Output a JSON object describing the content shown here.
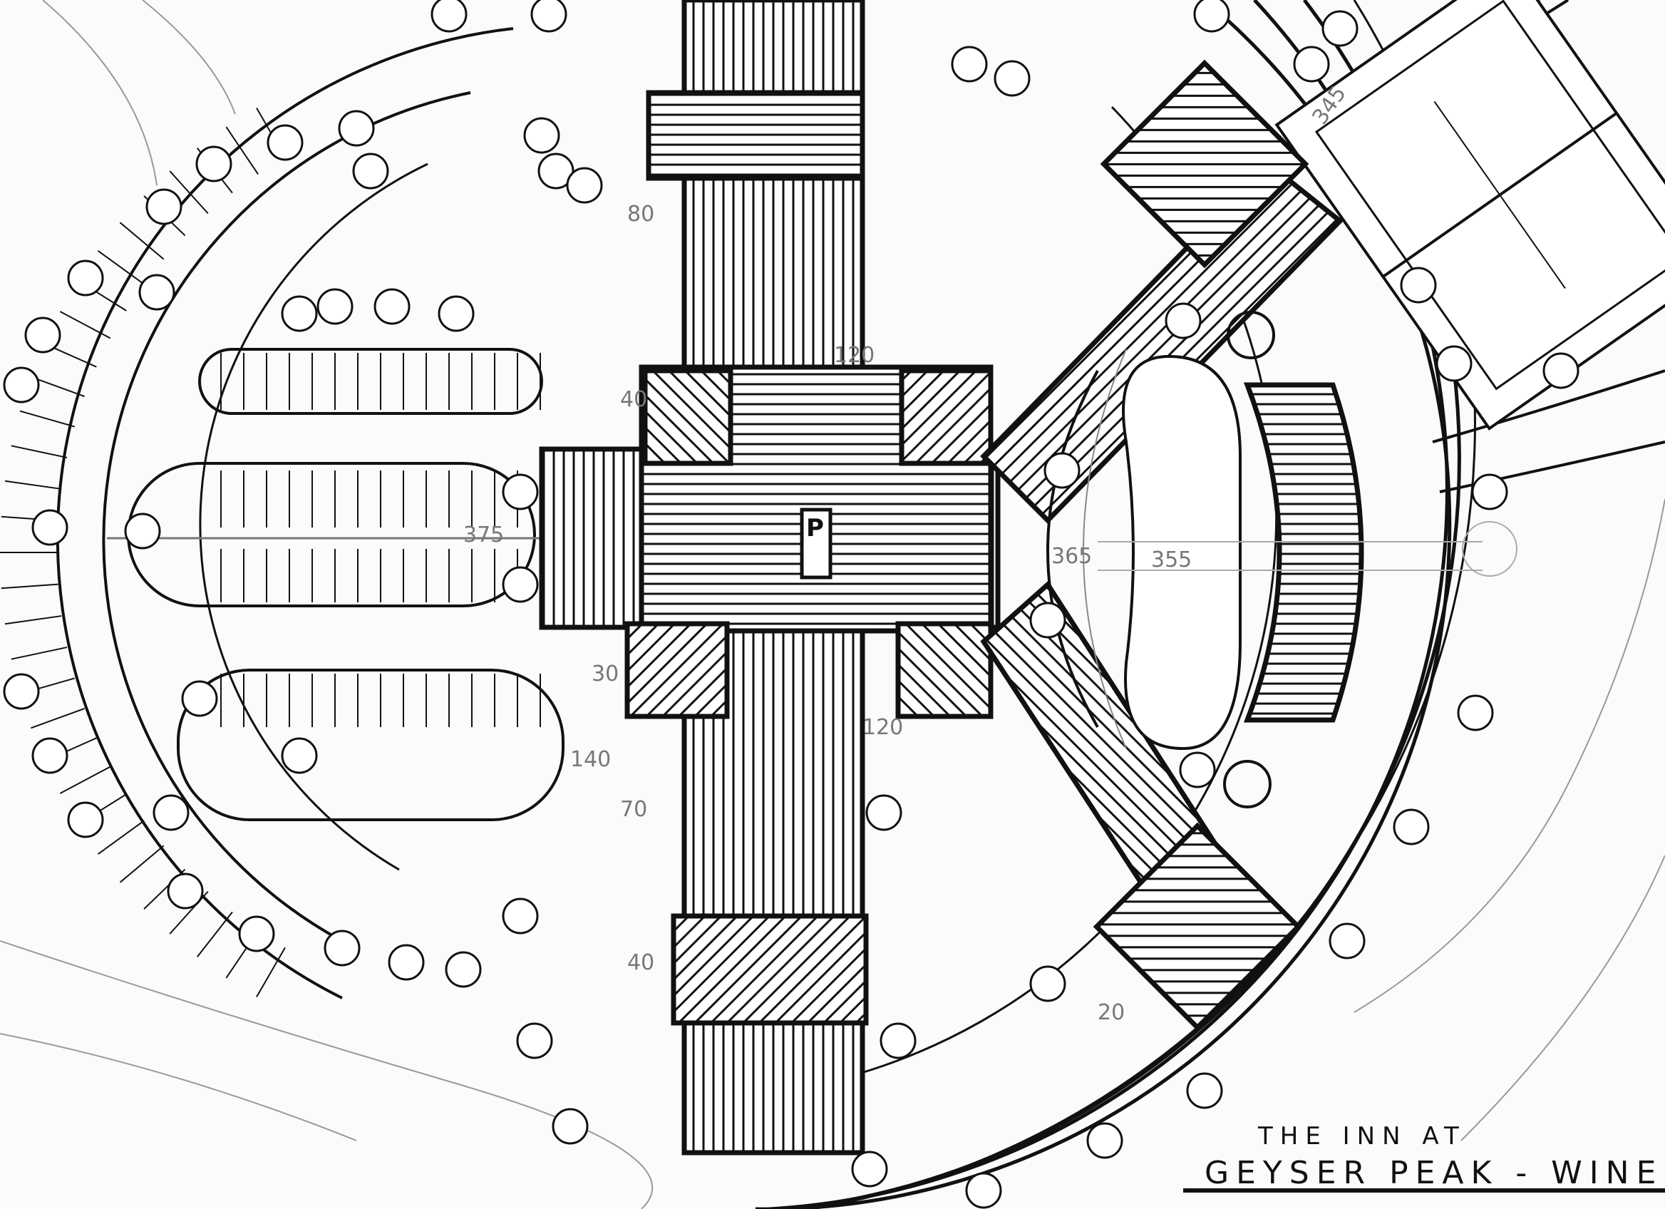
{
  "title_block": {
    "line1": "THE INN AT",
    "line2": "GEYSER PEAK - WINER"
  },
  "elevation_labels": {
    "tennis_corner": "345",
    "courtyard": "365",
    "pool": "355",
    "parking_axis": "375",
    "building_north": "120",
    "building_south": "120",
    "drive_arrow": "140",
    "dim_a": "40",
    "dim_b": "30",
    "dim_c": "80",
    "dim_d": "70",
    "dim_e": "40",
    "dim_f": "20"
  },
  "center_mark": "P",
  "colors": {
    "ink": "#111111",
    "pencil": "#9a9a9a",
    "paper": "#fbfbfa"
  }
}
